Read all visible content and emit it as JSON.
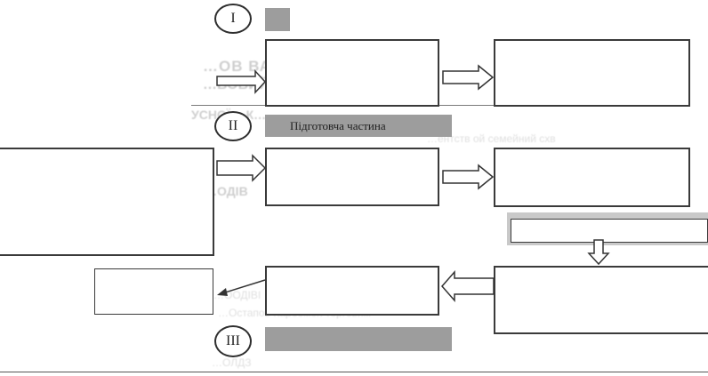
{
  "stages": [
    {
      "numeral": "I",
      "label": ""
    },
    {
      "numeral": "II",
      "label": "Підготовча частина"
    },
    {
      "numeral": "III",
      "label": ""
    }
  ],
  "boxes": [
    {
      "id": "stage1-box1",
      "text": ""
    },
    {
      "id": "stage1-box2",
      "text": ""
    },
    {
      "id": "stage2-left-box",
      "text": ""
    },
    {
      "id": "stage2-box1",
      "text": ""
    },
    {
      "id": "stage2-box2",
      "text": ""
    },
    {
      "id": "stage2-box3",
      "text": ""
    },
    {
      "id": "stage2-box4",
      "text": ""
    },
    {
      "id": "stage3-left-box",
      "text": ""
    }
  ],
  "background_bleed": [
    "…ОВ ВАШ… …ТО КАКІ",
    "…ВОВИЙ ЧИМИНОГО ЗА…",
    "УСНОЇ… К…",
    "…ентств ой семейний схв",
    "…ОДІВ",
    "…ООДІВІ",
    "…Остапов Карбомон торговим",
    "…ОЛДЗ"
  ],
  "colors": {
    "band_dark": "#9d9d9d",
    "band_light": "#c9c9c9",
    "stroke": "#3a3a3a",
    "background": "#ffffff"
  }
}
